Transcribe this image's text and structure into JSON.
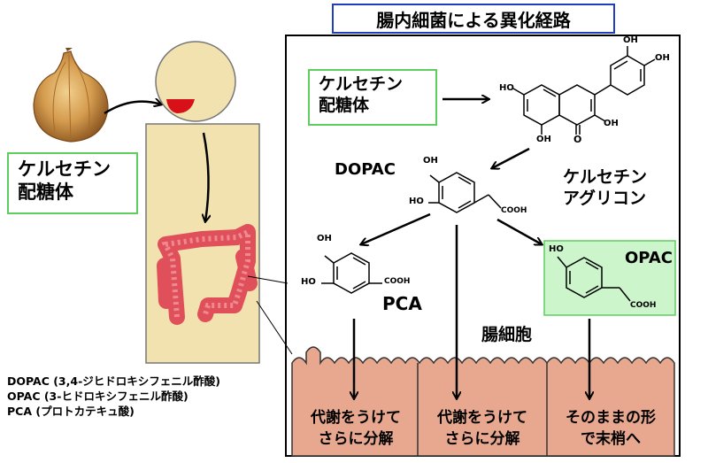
{
  "title": "腸内細菌による異化経路",
  "left_glycoside": [
    "ケルセチン",
    "配糖体"
  ],
  "inner_glycoside": [
    "ケルセチン",
    "配糖体"
  ],
  "aglycone": [
    "ケルセチン",
    "アグリコン"
  ],
  "dopac": "DOPAC",
  "pca": "PCA",
  "opac": "OPAC",
  "intestinal_cells": "腸細胞",
  "legend": [
    "DOPAC (3,4-ジヒドロキシフェニル酢酸)",
    "OPAC (3-ヒドロキシフェニル酢酸)",
    "PCA (プロトカテキュ酸)"
  ],
  "cell_boxes": [
    [
      "代謝をうけて",
      "さらに分解"
    ],
    [
      "代謝をうけて",
      "さらに分解"
    ],
    [
      "そのままの形",
      "で末梢へ"
    ]
  ],
  "chem": {
    "oh": "OH",
    "ho": "HO",
    "cooh": "COOH",
    "o": "O"
  },
  "colors": {
    "title_border": "#1f3fbf",
    "green_border": "#5fce5f",
    "opac_fill": "#ccf5cc",
    "body_fill": "#f2e2b0",
    "intestine": "#e0505a",
    "cell_fill": "#e8a890"
  }
}
